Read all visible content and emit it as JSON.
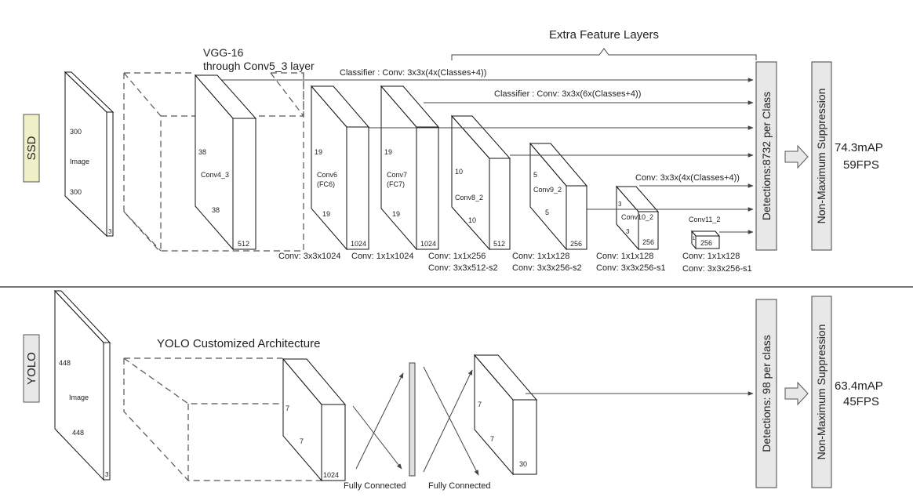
{
  "ssd": {
    "tag": "SSD",
    "vgg_line1": "VGG-16",
    "vgg_line2": "through Conv5_3 layer",
    "extra": "Extra Feature Layers",
    "cls1": "Classifier : Conv: 3x3x(4x(Classes+4))",
    "cls2": "Classifier : Conv: 3x3x(6x(Classes+4))",
    "cls3": "Conv: 3x3x(4x(Classes+4))",
    "detections": "Detections:8732  per Class",
    "nms": "Non-Maximum Suppression",
    "map": "74.3mAP",
    "fps": "59FPS",
    "image": {
      "h": "300",
      "label": "Image",
      "w": "300",
      "c": "3"
    },
    "conv43": {
      "h": "38",
      "label": "Conv4_3",
      "w": "38",
      "c": "512"
    },
    "conv6": {
      "h": "19",
      "l1": "Conv6",
      "l2": "(FC6)",
      "w": "19",
      "c": "1024"
    },
    "conv7": {
      "h": "19",
      "l1": "Conv7",
      "l2": "(FC7)",
      "w": "19",
      "c": "1024"
    },
    "conv8": {
      "h": "10",
      "label": "Conv8_2",
      "w": "10",
      "c": "512"
    },
    "conv9": {
      "h": "5",
      "label": "Conv9_2",
      "w": "5",
      "c": "256"
    },
    "conv10": {
      "h": "3",
      "label": "Conv10_2",
      "w": "3",
      "c": "256"
    },
    "conv11": {
      "h": "1",
      "label": "Conv11_2",
      "c": "256"
    },
    "lab_a": "Conv: 3x3x1024",
    "lab_b": "Conv: 1x1x1024",
    "lab_c1": "Conv: 1x1x256",
    "lab_c2": "Conv:  3x3x512-s2",
    "lab_d1": "Conv: 1x1x128",
    "lab_d2": "Conv: 3x3x256-s2",
    "lab_e1": "Conv: 1x1x128",
    "lab_e2": "Conv: 3x3x256-s1",
    "lab_f1": "Conv: 1x1x128",
    "lab_f2": "Conv: 3x3x256-s1"
  },
  "yolo": {
    "tag": "YOLO",
    "arch": "YOLO Customized Architecture",
    "detections": "Detections: 98 per class",
    "nms": "Non-Maximum Suppression",
    "map": "63.4mAP",
    "fps": "45FPS",
    "image": {
      "h": "448",
      "label": "Image",
      "w": "448",
      "c": "3"
    },
    "feat": {
      "h": "7",
      "w": "7",
      "c": "1024"
    },
    "out": {
      "h": "7",
      "w": "7",
      "c": "30"
    },
    "fc1": "Fully Connected",
    "fc2": "Fully Connected"
  },
  "colors": {
    "tag_fill": "#f0f0c8",
    "panel_fill": "#e8e8e8",
    "divider": "#777777"
  }
}
